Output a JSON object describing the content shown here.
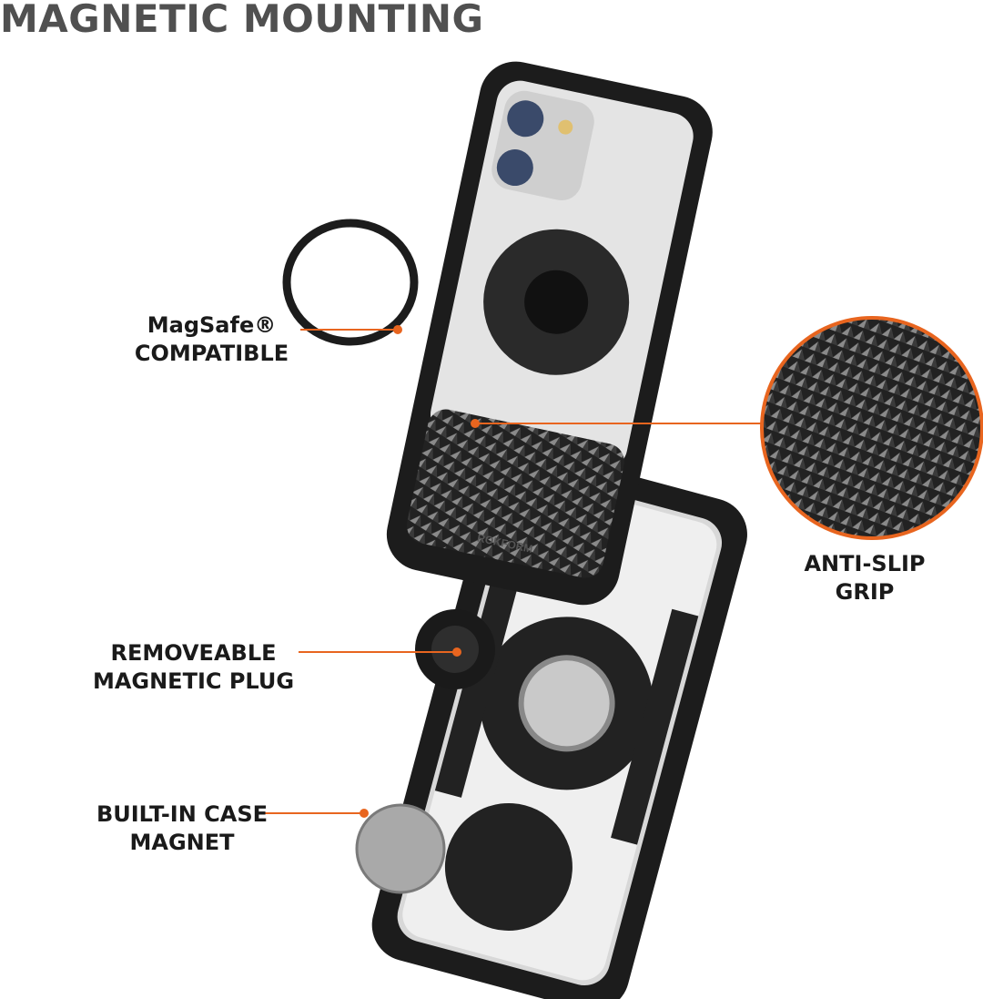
{
  "title": "MAGNETIC MOUNTING",
  "callouts": {
    "magsafe": {
      "line1": "MagSafe®",
      "line2": "COMPATIBLE"
    },
    "grip": {
      "line1": "ANTI-SLIP",
      "line2": "GRIP"
    },
    "plug": {
      "line1": "REMOVEABLE",
      "line2": "MAGNETIC PLUG"
    },
    "magnet": {
      "line1": "BUILT-IN CASE",
      "line2": "MAGNET"
    }
  },
  "brand_logo": "ROKFORM",
  "colors": {
    "accent": "#e8651f",
    "title": "#505050",
    "case": "#1c1c1c"
  }
}
